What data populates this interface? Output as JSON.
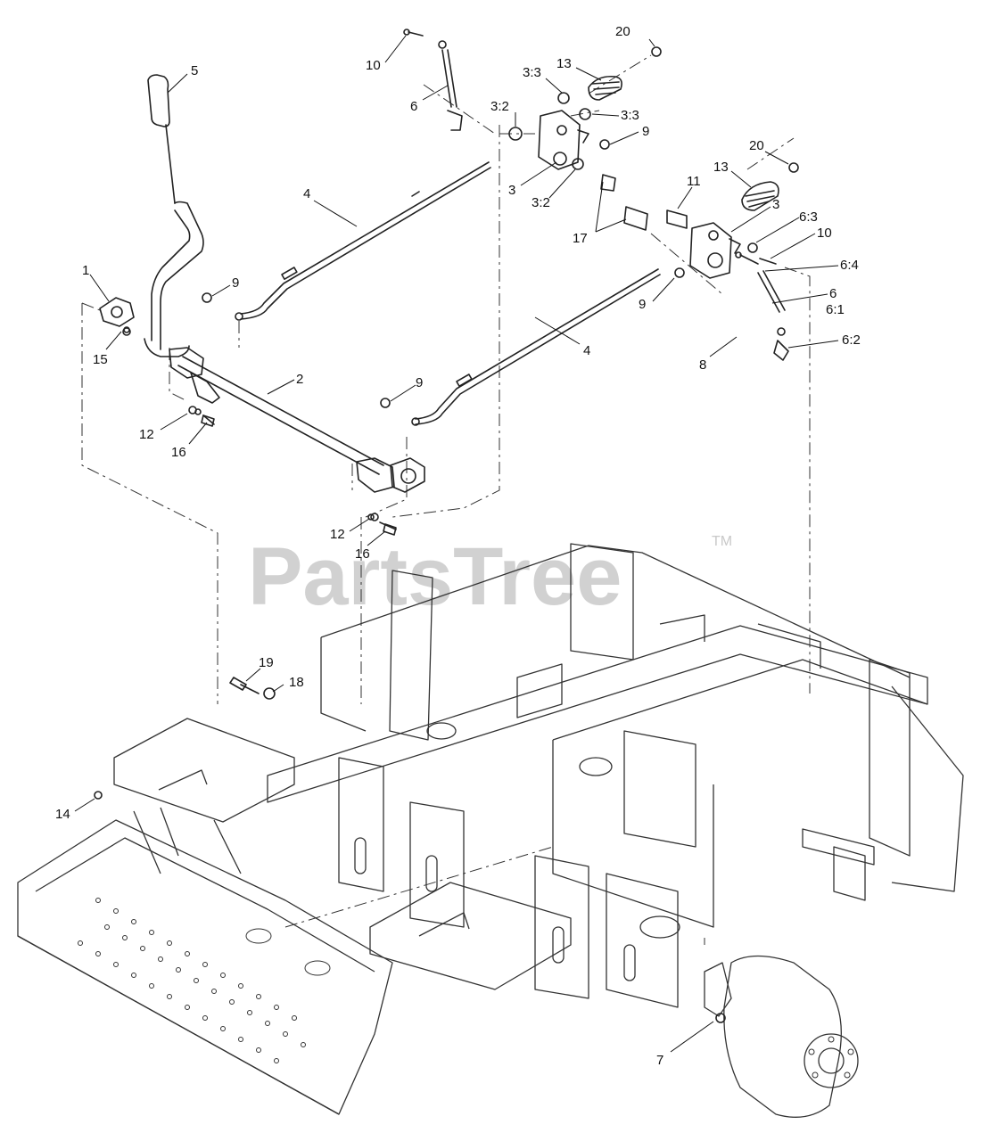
{
  "watermark": {
    "text": "PartsTree",
    "trademark": "TM"
  },
  "callouts": [
    {
      "id": "c1",
      "label": "1"
    },
    {
      "id": "c2",
      "label": "2"
    },
    {
      "id": "c3a",
      "label": "3"
    },
    {
      "id": "c3b",
      "label": "3"
    },
    {
      "id": "c32a",
      "label": "3:2"
    },
    {
      "id": "c32b",
      "label": "3:2"
    },
    {
      "id": "c33a",
      "label": "3:3"
    },
    {
      "id": "c33b",
      "label": "3:3"
    },
    {
      "id": "c4a",
      "label": "4"
    },
    {
      "id": "c4b",
      "label": "4"
    },
    {
      "id": "c5",
      "label": "5"
    },
    {
      "id": "c6a",
      "label": "6"
    },
    {
      "id": "c6b",
      "label": "6"
    },
    {
      "id": "c61",
      "label": "6:1"
    },
    {
      "id": "c62",
      "label": "6:2"
    },
    {
      "id": "c63",
      "label": "6:3"
    },
    {
      "id": "c64",
      "label": "6:4"
    },
    {
      "id": "c7",
      "label": "7"
    },
    {
      "id": "c8",
      "label": "8"
    },
    {
      "id": "c9a",
      "label": "9"
    },
    {
      "id": "c9b",
      "label": "9"
    },
    {
      "id": "c9c",
      "label": "9"
    },
    {
      "id": "c9d",
      "label": "9"
    },
    {
      "id": "c10a",
      "label": "10"
    },
    {
      "id": "c10b",
      "label": "10"
    },
    {
      "id": "c11",
      "label": "11"
    },
    {
      "id": "c12a",
      "label": "12"
    },
    {
      "id": "c12b",
      "label": "12"
    },
    {
      "id": "c13a",
      "label": "13"
    },
    {
      "id": "c13b",
      "label": "13"
    },
    {
      "id": "c14",
      "label": "14"
    },
    {
      "id": "c15",
      "label": "15"
    },
    {
      "id": "c16a",
      "label": "16"
    },
    {
      "id": "c16b",
      "label": "16"
    },
    {
      "id": "c17",
      "label": "17"
    },
    {
      "id": "c18",
      "label": "18"
    },
    {
      "id": "c19",
      "label": "19"
    },
    {
      "id": "c20a",
      "label": "20"
    },
    {
      "id": "c20b",
      "label": "20"
    }
  ]
}
